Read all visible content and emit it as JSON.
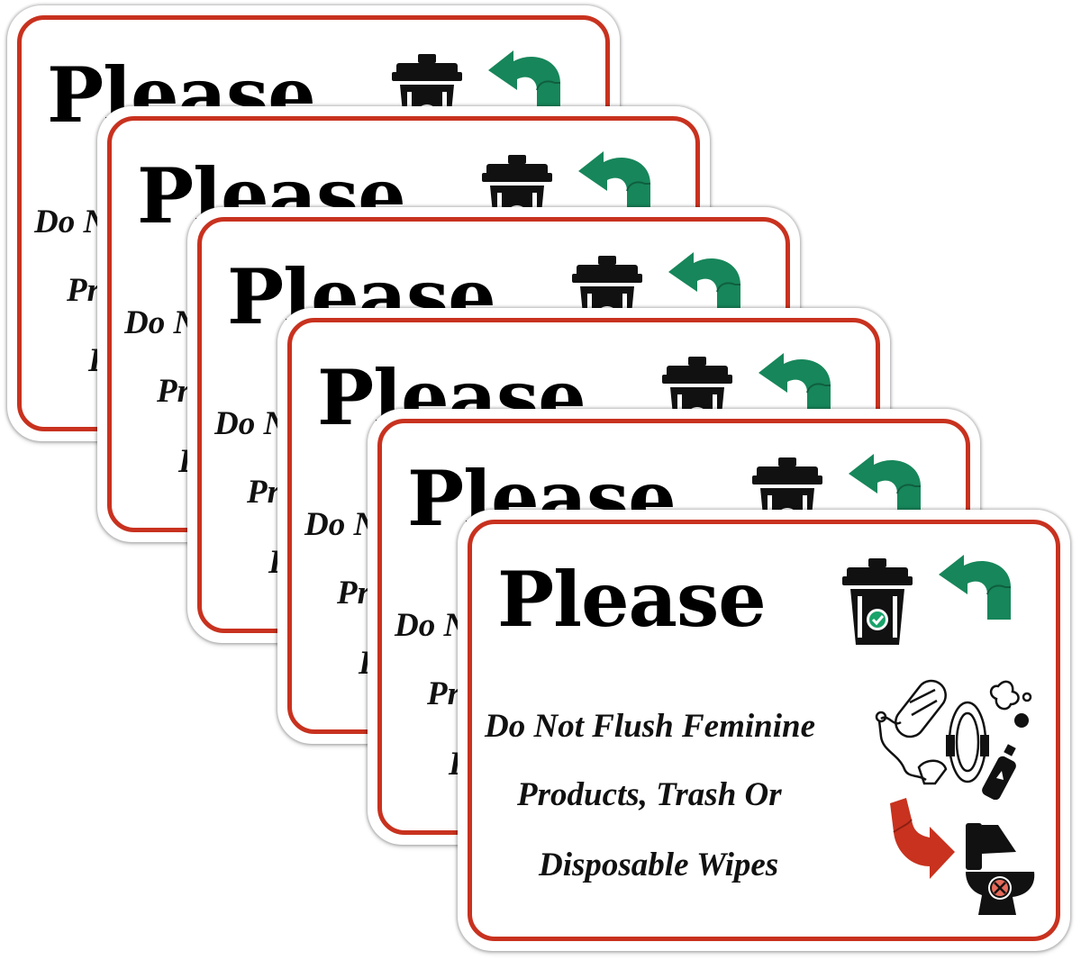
{
  "sign": {
    "title": "Please",
    "line1": "Do Not Flush Feminine",
    "line2": "Products, Trash Or",
    "line3": "Disposable Wipes"
  },
  "colors": {
    "border": "#c8321f",
    "arrow_green": "#17865a",
    "arrow_red": "#c8321f",
    "text": "#000000",
    "check_circle": "#1aa36a"
  },
  "icons": [
    "trash-can-icon",
    "green-arrow-icon",
    "feminine-products-icon",
    "red-arrow-icon",
    "no-toilet-icon"
  ],
  "sign_count": 6
}
